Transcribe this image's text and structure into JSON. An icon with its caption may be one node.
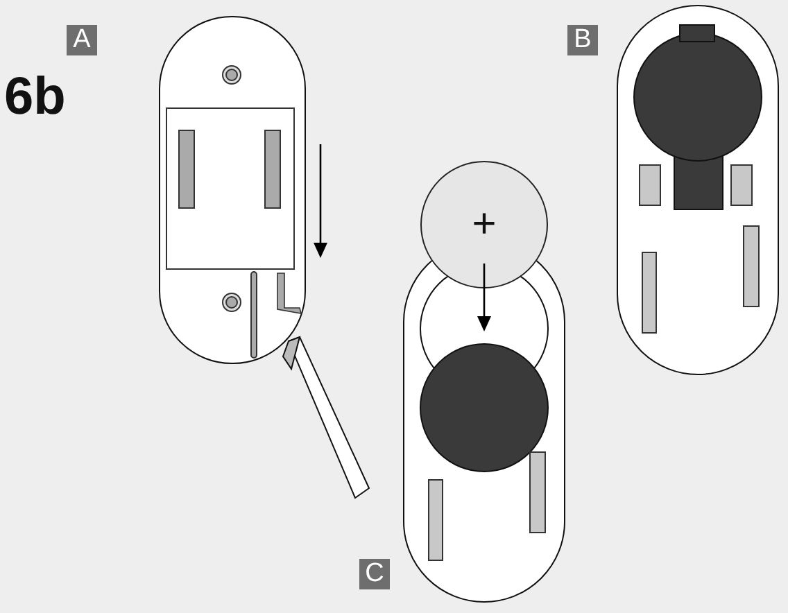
{
  "diagram": {
    "nodes": [
      {
        "text": [
          "A"
        ]
      },
      {
        "text": [
          "B"
        ]
      },
      {
        "text": [
          "+"
        ]
      },
      {
        "text": [
          "C"
        ]
      }
    ],
    "labels": [
      "6b"
    ]
  }
}
